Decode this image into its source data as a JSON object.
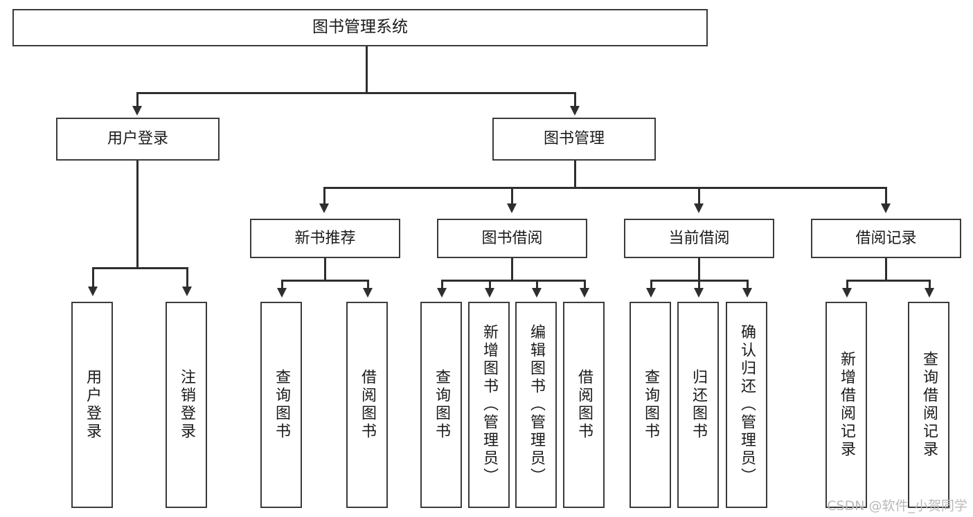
{
  "diagram": {
    "title_node": {
      "label": "图书管理系统"
    },
    "level2": [
      {
        "label": "用户登录"
      },
      {
        "label": "图书管理"
      }
    ],
    "level3": [
      {
        "label": "新书推荐"
      },
      {
        "label": "图书借阅"
      },
      {
        "label": "当前借阅"
      },
      {
        "label": "借阅记录"
      }
    ],
    "leaves": {
      "user_login": [
        {
          "label": "用户登录"
        },
        {
          "label": "注销登录"
        }
      ],
      "new_book_recommend": [
        {
          "label": "查询图书"
        },
        {
          "label": "借阅图书"
        }
      ],
      "book_borrow": [
        {
          "label": "查询图书"
        },
        {
          "label": "新增图书（管理员）"
        },
        {
          "label": "编辑图书（管理员）"
        },
        {
          "label": "借阅图书"
        }
      ],
      "current_borrow": [
        {
          "label": "查询图书"
        },
        {
          "label": "归还图书"
        },
        {
          "label": "确认归还（管理员）"
        }
      ],
      "borrow_record": [
        {
          "label": "新增借阅记录"
        },
        {
          "label": "查询借阅记录"
        }
      ]
    }
  },
  "watermark": {
    "text": "CSDN @软件_小贺同学"
  },
  "colors": {
    "border": "#3a3a3a",
    "line": "#2e2e2e",
    "background": "#ffffff",
    "text": "#1a1a1a",
    "watermark": "#b9b9b9"
  }
}
